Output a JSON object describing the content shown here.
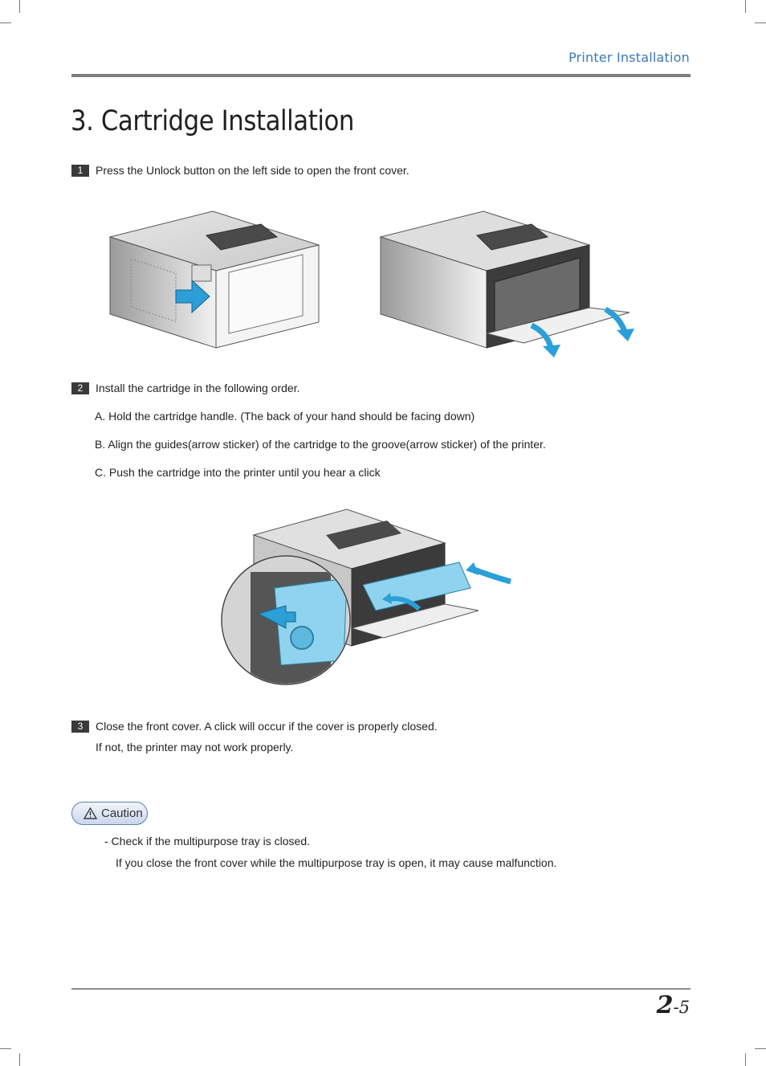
{
  "header": {
    "section_title": "Printer Installation"
  },
  "title": "3. Cartridge Installation",
  "steps": [
    {
      "number": "1",
      "text": "Press the Unlock button on the left side to open the front cover."
    },
    {
      "number": "2",
      "text": "Install the cartridge in the following order.",
      "substeps": [
        "A. Hold the cartridge handle. (The back of your hand should be facing down)",
        "B. Align the guides(arrow sticker) of the cartridge to the groove(arrow sticker) of the printer.",
        "C. Push the cartridge into the printer until you hear a click"
      ]
    },
    {
      "number": "3",
      "lines": [
        "Close the front cover. A click will occur if the cover is properly closed.",
        "If not, the printer may not work properly."
      ]
    }
  ],
  "caution": {
    "label": "Caution",
    "items": [
      "-  Check if the multipurpose tray is closed.",
      "If you close the front cover while the multipurpose tray is open, it may cause malfunction."
    ]
  },
  "footer": {
    "chapter": "2",
    "page": "-5"
  },
  "colors": {
    "accent": "#3a78b8",
    "arrow": "#2a9fd8",
    "cartridge": "#8fd3ee"
  },
  "icons": [
    "warning-triangle-icon",
    "unlock-arrow-icon",
    "open-cover-arrow-icon",
    "push-arrow-icon"
  ]
}
